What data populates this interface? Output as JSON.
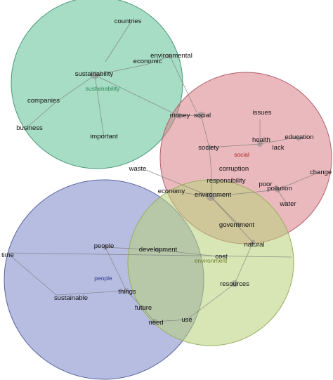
{
  "clusters": [
    {
      "id": "sustainability",
      "label": "sustainability",
      "fill": "#5fbf96",
      "stroke": "#4a9a78",
      "label_color": "#2e8b57"
    },
    {
      "id": "social",
      "label": "social",
      "fill": "#d87f88",
      "stroke": "#b0606a",
      "label_color": "#b22222"
    },
    {
      "id": "people",
      "label": "people",
      "fill": "#7b86c8",
      "stroke": "#5a63a0",
      "label_color": "#2b3a8f"
    },
    {
      "id": "environment",
      "label": "environment",
      "fill": "#b8d27a",
      "stroke": "#95ad5c",
      "label_color": "#6b7d1f"
    }
  ],
  "terms": {
    "countries": "countries",
    "environmental": "environmental",
    "economic": "economic",
    "sustainability": "sustainability",
    "companies": "companies",
    "business": "business",
    "important": "important",
    "money": "money",
    "social": "social",
    "issues": "issues",
    "health": "health",
    "education": "education",
    "society": "society",
    "lack": "lack",
    "corruption": "corruption",
    "change": "change",
    "waste": "waste",
    "responsibility": "responsibility",
    "poor": "poor",
    "pollution": "pollution",
    "economy": "economy",
    "environment": "environment",
    "water": "water",
    "government": "government",
    "natural": "natural",
    "people": "people",
    "development": "development",
    "time": "time",
    "cost": "cost",
    "resources": "resources",
    "things": "things",
    "sustainable": "sustainable",
    "future": "future",
    "need": "need",
    "use": "use"
  }
}
